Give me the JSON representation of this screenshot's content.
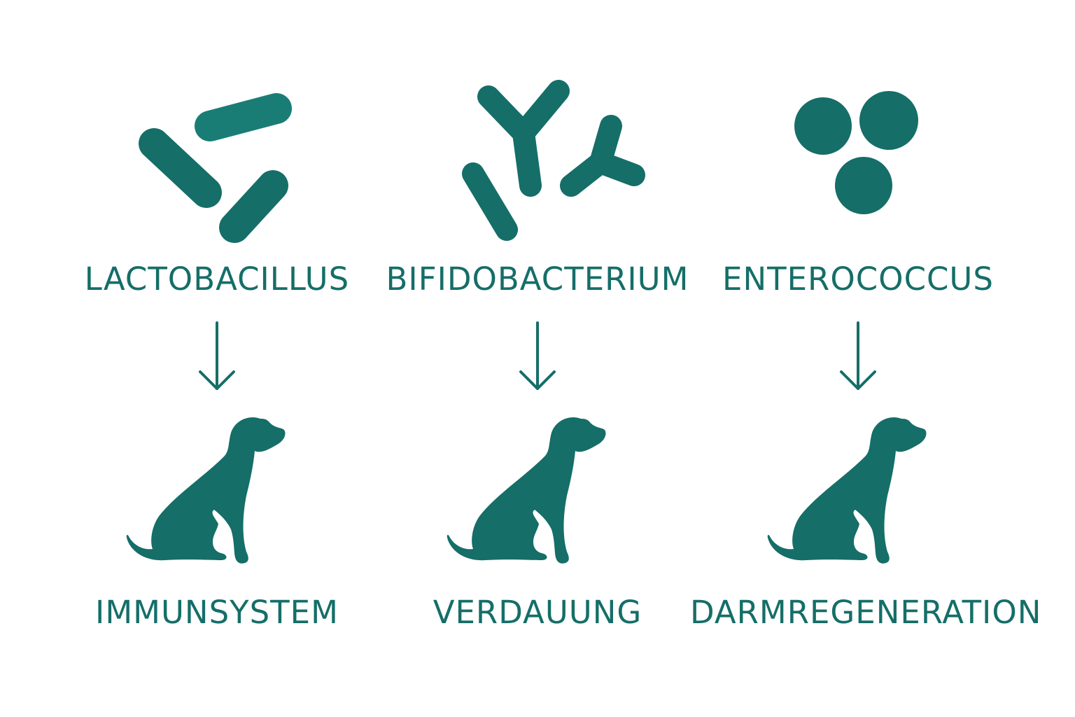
{
  "colors": {
    "accent": "#156e68",
    "accent_light": "#197d76",
    "background": "#ffffff"
  },
  "columns": [
    {
      "bacterium": "LACTOBACILLUS",
      "shape_icon": "rod-bacteria-icon",
      "benefit": "IMMUNSYSTEM",
      "animal_icon": "sitting-dog-icon"
    },
    {
      "bacterium": "BIFIDOBACTERIUM",
      "shape_icon": "branched-bacteria-icon",
      "benefit": "VERDAUUNG",
      "animal_icon": "sitting-dog-icon"
    },
    {
      "bacterium": "ENTEROCOCCUS",
      "shape_icon": "coccus-bacteria-icon",
      "benefit": "DARMREGENERATION",
      "animal_icon": "sitting-dog-icon"
    }
  ]
}
